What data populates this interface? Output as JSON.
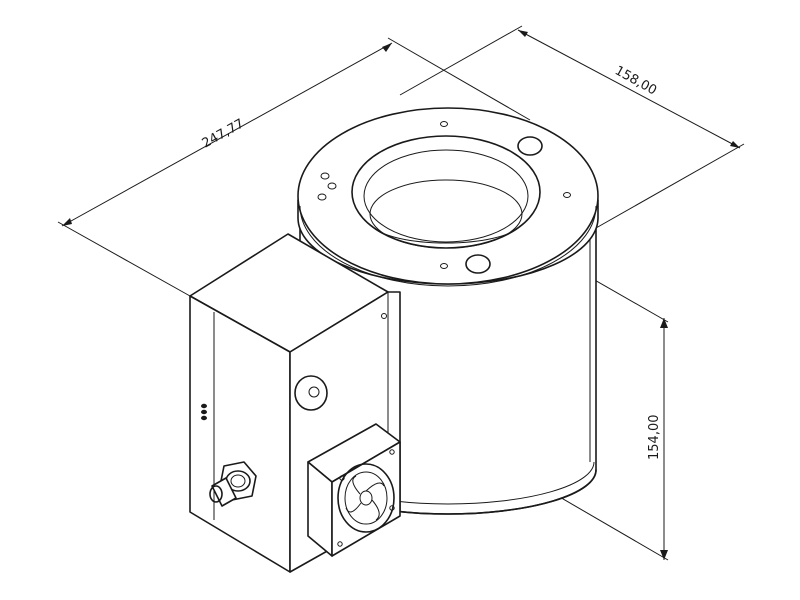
{
  "dimensions": {
    "length": "247,77",
    "width": "158,00",
    "height": "154,00"
  },
  "colors": {
    "line": "#1a1a1a",
    "background": "#ffffff"
  },
  "icons": [
    "fan-icon",
    "cable-gland-icon",
    "indicator-leds-icon"
  ]
}
